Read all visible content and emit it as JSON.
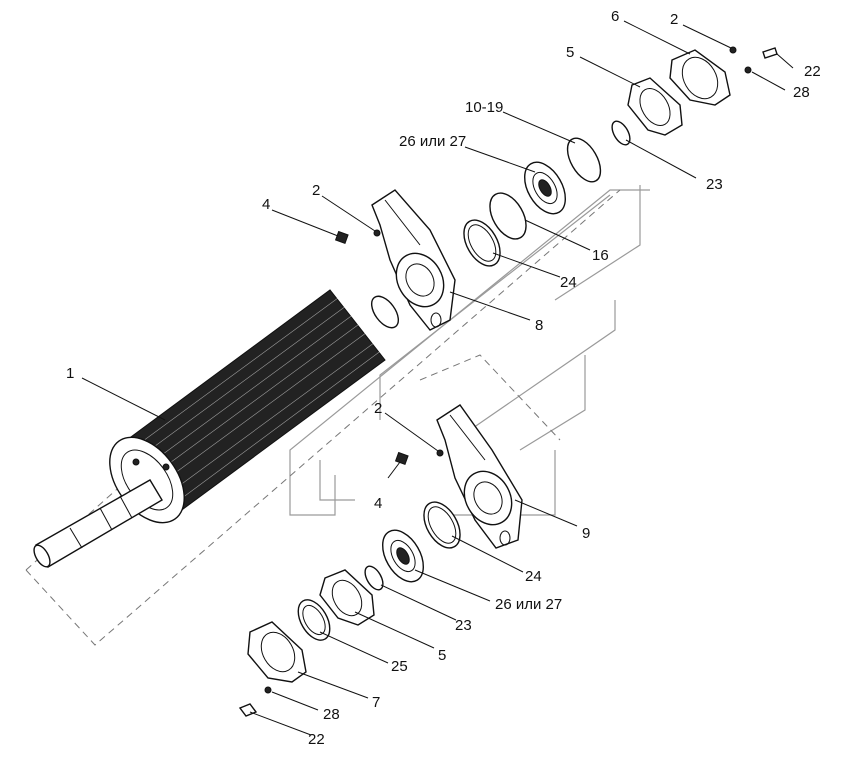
{
  "diagram": {
    "callouts": [
      {
        "id": "c1",
        "text": "1"
      },
      {
        "id": "c2a",
        "text": "2"
      },
      {
        "id": "c2b",
        "text": "2"
      },
      {
        "id": "c2c",
        "text": "2"
      },
      {
        "id": "c4a",
        "text": "4"
      },
      {
        "id": "c4b",
        "text": "4"
      },
      {
        "id": "c5a",
        "text": "5"
      },
      {
        "id": "c5b",
        "text": "5"
      },
      {
        "id": "c6",
        "text": "6"
      },
      {
        "id": "c7",
        "text": "7"
      },
      {
        "id": "c8",
        "text": "8"
      },
      {
        "id": "c9",
        "text": "9"
      },
      {
        "id": "c1019",
        "text": "10-19"
      },
      {
        "id": "c16",
        "text": "16"
      },
      {
        "id": "c22a",
        "text": "22"
      },
      {
        "id": "c22b",
        "text": "22"
      },
      {
        "id": "c23a",
        "text": "23"
      },
      {
        "id": "c23b",
        "text": "23"
      },
      {
        "id": "c24a",
        "text": "24"
      },
      {
        "id": "c24b",
        "text": "24"
      },
      {
        "id": "c25",
        "text": "25"
      },
      {
        "id": "c2627a",
        "text": "26 или 27"
      },
      {
        "id": "c2627b",
        "text": "26 или 27"
      },
      {
        "id": "c28a",
        "text": "28"
      },
      {
        "id": "c28b",
        "text": "28"
      }
    ]
  },
  "colors": {
    "line": "#111111",
    "dashed_outline": "#777777",
    "watermark": "#9a9a9a",
    "background": "#ffffff"
  }
}
